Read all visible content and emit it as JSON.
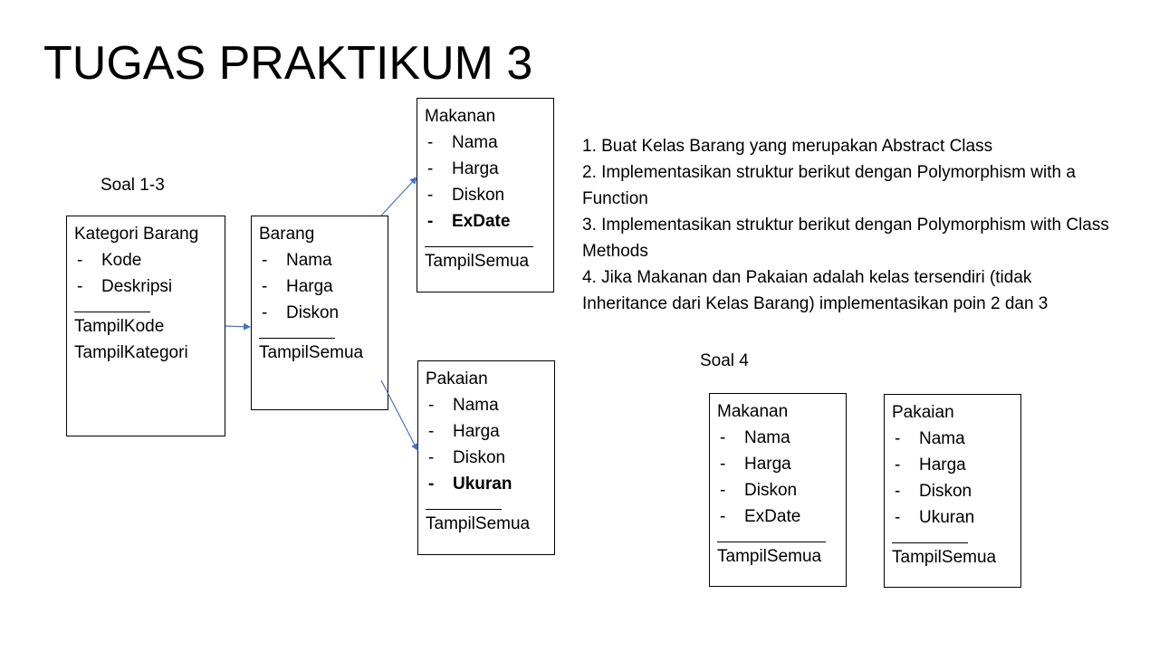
{
  "title": "TUGAS PRAKTIKUM 3",
  "labels": {
    "soal13": "Soal 1-3",
    "soal4": "Soal 4"
  },
  "arrow_color": "#4472C4",
  "boxes": {
    "kategori": {
      "name": "Kategori Barang",
      "attributes": [
        "Kode",
        "Deskripsi"
      ],
      "methods": [
        "TampilKode",
        "TampilKategori"
      ]
    },
    "barang": {
      "name": "Barang",
      "attributes": [
        "Nama",
        "Harga",
        "Diskon"
      ],
      "methods": [
        "TampilSemua"
      ]
    },
    "makanan1": {
      "name": "Makanan",
      "attributes": [
        "Nama",
        "Harga",
        "Diskon",
        "ExDate"
      ],
      "methods": [
        "TampilSemua"
      ]
    },
    "pakaian1": {
      "name": "Pakaian",
      "attributes": [
        "Nama",
        "Harga",
        "Diskon",
        "Ukuran"
      ],
      "methods": [
        "TampilSemua"
      ]
    },
    "makanan2": {
      "name": "Makanan",
      "attributes": [
        "Nama",
        "Harga",
        "Diskon",
        "ExDate"
      ],
      "methods": [
        "TampilSemua"
      ]
    },
    "pakaian2": {
      "name": "Pakaian",
      "attributes": [
        "Nama",
        "Harga",
        "Diskon",
        "Ukuran"
      ],
      "methods": [
        "TampilSemua"
      ]
    }
  },
  "instructions": [
    "1. Buat Kelas Barang yang merupakan Abstract Class",
    "2. Implementasikan struktur berikut dengan Polymorphism with a Function",
    "3. Implementasikan struktur berikut dengan Polymorphism with Class Methods",
    "4. Jika Makanan dan Pakaian adalah kelas tersendiri (tidak Inheritance dari Kelas Barang) implementasikan poin 2 dan 3"
  ]
}
